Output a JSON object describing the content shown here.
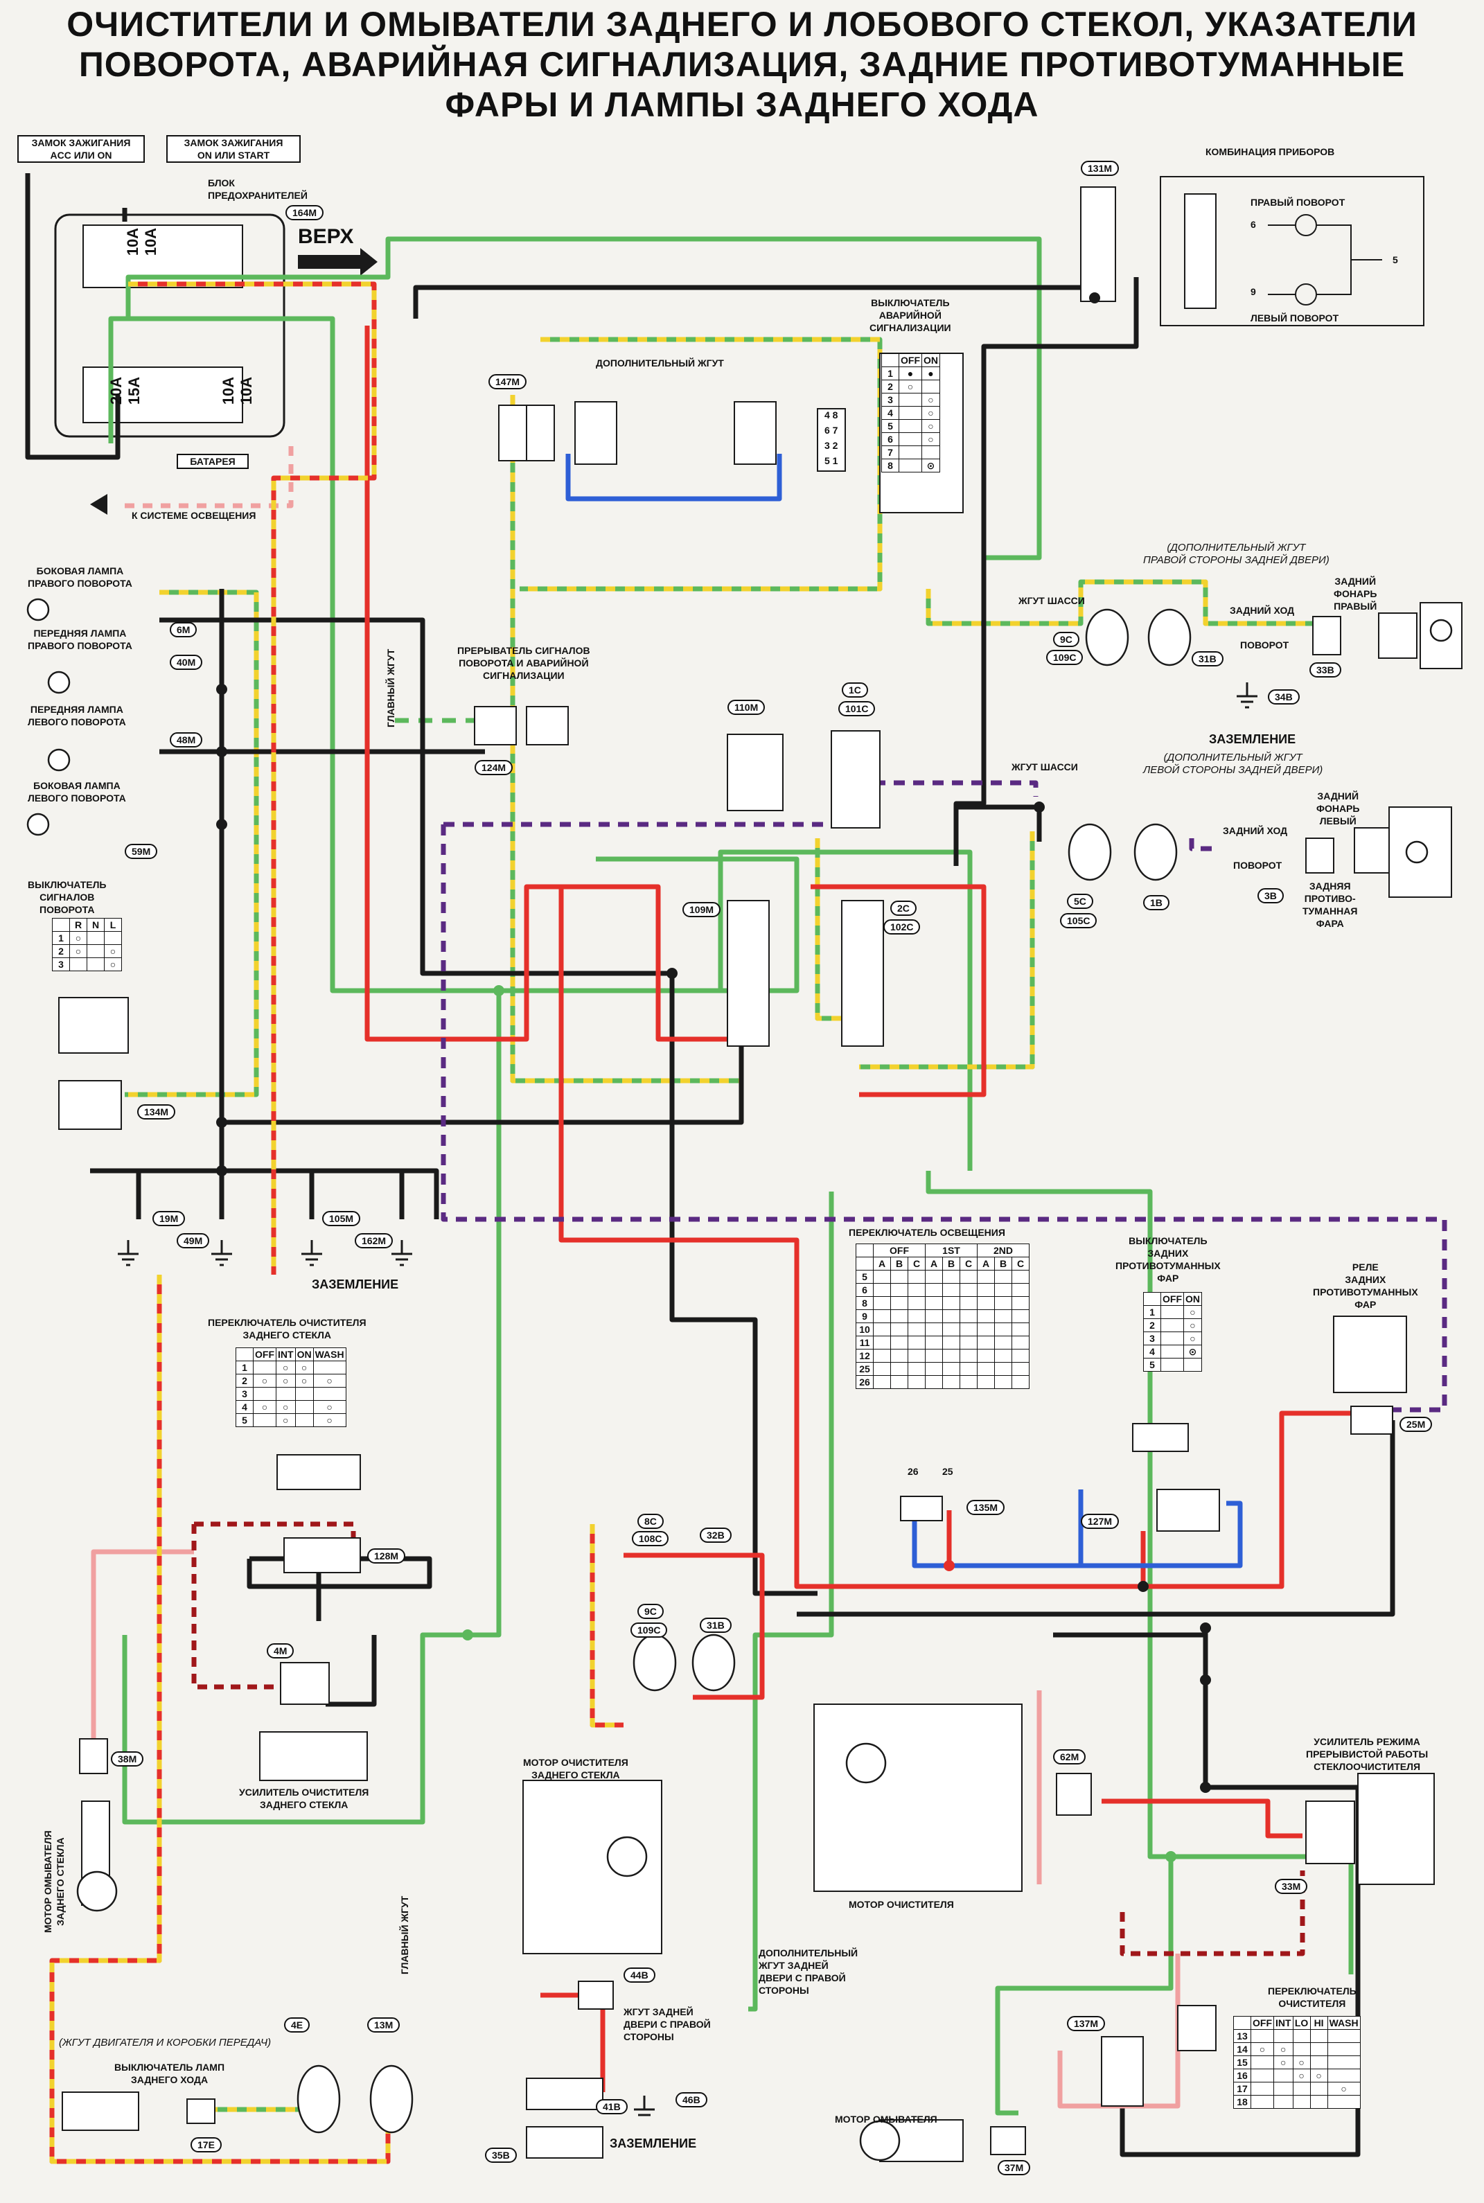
{
  "title": {
    "line1": "ОЧИСТИТЕЛИ И ОМЫВАТЕЛИ ЗАДНЕГО И ЛОБОВОГО СТЕКОЛ, УКАЗАТЕЛИ",
    "line2": "ПОВОРОТА, АВАРИЙНАЯ СИГНАЛИЗАЦИЯ, ЗАДНИЕ ПРОТИВОТУМАННЫЕ",
    "line3": "ФАРЫ И ЛАМПЫ ЗАДНЕГО ХОДА"
  },
  "colors": {
    "green": "#5cb85c",
    "yellow": "#f2d22e",
    "red": "#e5302a",
    "pink": "#f0a0a0",
    "black": "#1a1a1a",
    "blue": "#2e5fd6",
    "purple": "#5a2a82",
    "darkred": "#a0171a",
    "brown": "#8a2b17"
  },
  "labels": {
    "ign_acc": "ЗАМОК ЗАЖИГАНИЯ\nACC ИЛИ ON",
    "ign_on": "ЗАМОК ЗАЖИГАНИЯ\nON ИЛИ START",
    "fuse_block": "БЛОК\nПРЕДОХРАНИТЕЛЕЙ",
    "up": "ВЕРХ",
    "battery": "БАТАРЕЯ",
    "to_lighting": "К СИСТЕМЕ ОСВЕЩЕНИЯ",
    "fuse_10a_1": "10A",
    "fuse_10a_2": "10A",
    "fuse_15a": "15A",
    "fuse_20a": "20A",
    "fuse_10a_3": "10A",
    "fuse_10a_4": "10A",
    "extra_harness": "ДОПОЛНИТЕЛЬНЫЙ ЖГУТ",
    "hazard_switch": "ВЫКЛЮЧАТЕЛЬ\nАВАРИЙНОЙ\nСИГНАЛИЗАЦИИ",
    "instrument_cluster": "КОМБИНАЦИЯ ПРИБОРОВ",
    "right_turn": "ПРАВЫЙ ПОВОРОТ",
    "left_turn": "ЛЕВЫЙ ПОВОРОТ",
    "side_right": "БОКОВАЯ ЛАМПА\nПРАВОГО ПОВОРОТА",
    "front_right": "ПЕРЕДНЯЯ ЛАМПА\nПРАВОГО ПОВОРОТА",
    "front_left": "ПЕРЕДНЯЯ ЛАМПА\nЛЕВОГО ПОВОРОТА",
    "side_left": "БОКОВАЯ ЛАМПА\nЛЕВОГО ПОВОРОТА",
    "main_harness": "ГЛАВНЫЙ ЖГУТ",
    "flasher": "ПРЕРЫВАТЕЛЬ СИГНАЛОВ\nПОВОРОТА И АВАРИЙНОЙ\nСИГНАЛИЗАЦИИ",
    "turn_switch": "ВЫКЛЮЧАТЕЛЬ\nСИГНАЛОВ\nПОВОРОТА",
    "ground": "ЗАЗЕМЛЕНИЕ",
    "rdoor_right": "(ДОПОЛНИТЕЛЬНЫЙ ЖГУТ\nПРАВОЙ СТОРОНЫ ЗАДНЕЙ ДВЕРИ)",
    "chassis_harness": "ЖГУТ ШАССИ",
    "reverse": "ЗАДНИЙ ХОД",
    "turn": "ПОВОРОТ",
    "rear_right_lamp": "ЗАДНИЙ\nФОНАРЬ\nПРАВЫЙ",
    "rdoor_left": "(ДОПОЛНИТЕЛЬНЫЙ ЖГУТ\nЛЕВОЙ СТОРОНЫ ЗАДНЕЙ ДВЕРИ)",
    "rear_left_lamp": "ЗАДНИЙ\nФОНАРЬ\nЛЕВЫЙ",
    "rear_fog": "ЗАДНЯЯ\nПРОТИВО-\nТУМАННАЯ\nФАРА",
    "rear_wiper_switch": "ПЕРЕКЛЮЧАТЕЛЬ ОЧИСТИТЕЛЯ\nЗАДНЕГО СТЕКЛА",
    "lighting_switch": "ПЕРЕКЛЮЧАТЕЛЬ ОСВЕЩЕНИЯ",
    "rear_fog_switch": "ВЫКЛЮЧАТЕЛЬ\nЗАДНИХ\nПРОТИВОТУМАННЫХ\nФАР",
    "rear_fog_relay": "РЕЛЕ\nЗАДНИХ\nПРОТИВОТУМАННЫХ\nФАР",
    "rear_wiper_amp": "УСИЛИТЕЛЬ ОЧИСТИТЕЛЯ\nЗАДНЕГО СТЕКЛА",
    "washer_motor_rear": "МОТОР ОМЫВАТЕЛЯ\nЗАДНЕГО СТЕКЛА",
    "rear_wiper_motor": "МОТОР ОЧИСТИТЕЛЯ\nЗАДНЕГО СТЕКЛА",
    "wiper_motor": "МОТОР ОЧИСТИТЕЛЯ",
    "intermittent_amp": "УСИЛИТЕЛЬ РЕЖИМА\nПРЕРЫВИСТОЙ РАБОТЫ\nСТЕКЛООЧИСТИТЕЛЯ",
    "extra_rdoor_right": "ДОПОЛНИТЕЛЬНЫЙ\nЖГУТ ЗАДНЕЙ\nДВЕРИ С ПРАВОЙ\nСТОРОНЫ",
    "rdoor_right_harness": "ЖГУТ ЗАДНЕЙ\nДВЕРИ С ПРАВОЙ\nСТОРОНЫ",
    "engine_harness": "(ЖГУТ ДВИГАТЕЛЯ И КОРОБКИ ПЕРЕДАЧ)",
    "reverse_switch": "ВЫКЛЮЧАТЕЛЬ ЛАМП\nЗАДНЕГО ХОДА",
    "washer_motor": "МОТОР ОМЫВАТЕЛЯ",
    "wiper_switch": "ПЕРЕКЛЮЧАТЕЛЬ\nОЧИСТИТЕЛЯ"
  },
  "connectors": {
    "c164M": "164M",
    "c131M": "131M",
    "c147M": "147M",
    "c6M": "6M",
    "c40M": "40M",
    "c48M": "48M",
    "c59M": "59M",
    "c124M": "124M",
    "c110M": "110M",
    "c1C": "1C",
    "c101C": "101C",
    "c9C": "9C",
    "c109C": "109C",
    "c31B": "31B",
    "c33B": "33B",
    "c34B": "34B",
    "c5C": "5C",
    "c105C": "105C",
    "c1B": "1B",
    "c3B": "3B",
    "c109M": "109M",
    "c2C": "2C",
    "c102C": "102C",
    "c134M": "134M",
    "c19M": "19M",
    "c49M": "49M",
    "c105M": "105M",
    "c162M": "162M",
    "c135M": "135M",
    "c127M": "127M",
    "c25M": "25M",
    "c128M": "128M",
    "c4M": "4M",
    "c8C": "8C",
    "c108C": "108C",
    "c32B": "32B",
    "c9C_b": "9C",
    "c109C_b": "109C",
    "c31B_b": "31B",
    "c38M": "38M",
    "c62M": "62M",
    "c33M": "33M",
    "c44B": "44B",
    "c41B": "41B",
    "c46B": "46B",
    "c35B": "35B",
    "c137M": "137M",
    "c37M": "37M",
    "c4E": "4E",
    "c13M": "13M",
    "c17E": "17E"
  },
  "pins": {
    "p6": "6",
    "p5": "5",
    "p9": "9",
    "p26": "26",
    "p25": "25",
    "hz_1": "1",
    "hz_2": "2",
    "hz_3": "3",
    "hz_4": "4",
    "hz_5": "5",
    "hz_6": "6",
    "hz_7": "7",
    "hz_8": "8",
    "ext_a": "4 8",
    "ext_b": "6 7",
    "ext_c": "3 2",
    "ext_d": "5 1"
  },
  "tables": {
    "hazard": {
      "headers": [
        "",
        "OFF",
        "ON"
      ],
      "rows": [
        "1",
        "2",
        "3",
        "4",
        "5",
        "6",
        "7",
        "8"
      ]
    },
    "turn": {
      "headers": [
        "",
        "R",
        "N",
        "L"
      ],
      "rows": [
        "1",
        "2",
        "3"
      ]
    },
    "rear_wiper": {
      "headers": [
        "",
        "OFF",
        "INT",
        "ON",
        "WASH"
      ],
      "rows": [
        "1",
        "2",
        "3",
        "4",
        "5"
      ]
    },
    "lighting": {
      "groups": [
        "OFF",
        "1ST",
        "2ND"
      ],
      "sub": [
        "A",
        "B",
        "C",
        "A",
        "B",
        "C",
        "A",
        "B",
        "C"
      ],
      "rows": [
        "5",
        "6",
        "8",
        "9",
        "10",
        "11",
        "12",
        "25",
        "26"
      ]
    },
    "fog": {
      "headers": [
        "",
        "OFF",
        "ON"
      ],
      "rows": [
        "1",
        "2",
        "3",
        "4",
        "5"
      ]
    },
    "wiper": {
      "headers": [
        "",
        "OFF",
        "INT",
        "LO",
        "HI",
        "WASH"
      ],
      "rows": [
        "13",
        "14",
        "15",
        "16",
        "17",
        "18"
      ]
    }
  }
}
